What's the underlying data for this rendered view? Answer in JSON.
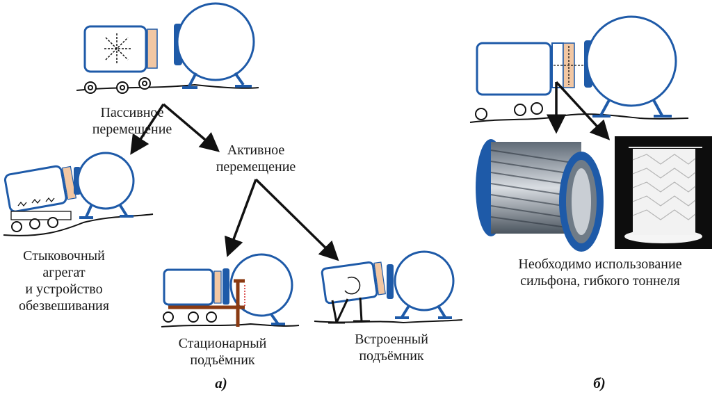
{
  "labels": {
    "passive": [
      "Пассивное",
      "перемещение"
    ],
    "active": [
      "Активное",
      "перемещение"
    ],
    "docking": [
      "Стыковочный",
      "агрегат",
      "и устройство",
      "обезвешивания"
    ],
    "stationary": [
      "Стационарный",
      "подъёмник"
    ],
    "builtin": [
      "Встроенный",
      "подъёмник"
    ],
    "bellows": [
      "Необходимо использование",
      "сильфона, гибкого тоннеля"
    ]
  },
  "panels": {
    "a": "а)",
    "b": "б)"
  },
  "colors": {
    "blue": "#1e5aa8",
    "dark_blue": "#123e78",
    "peach": "#f2c7a3",
    "brown": "#8a3a12",
    "red": "#d02020",
    "black": "#111111"
  }
}
